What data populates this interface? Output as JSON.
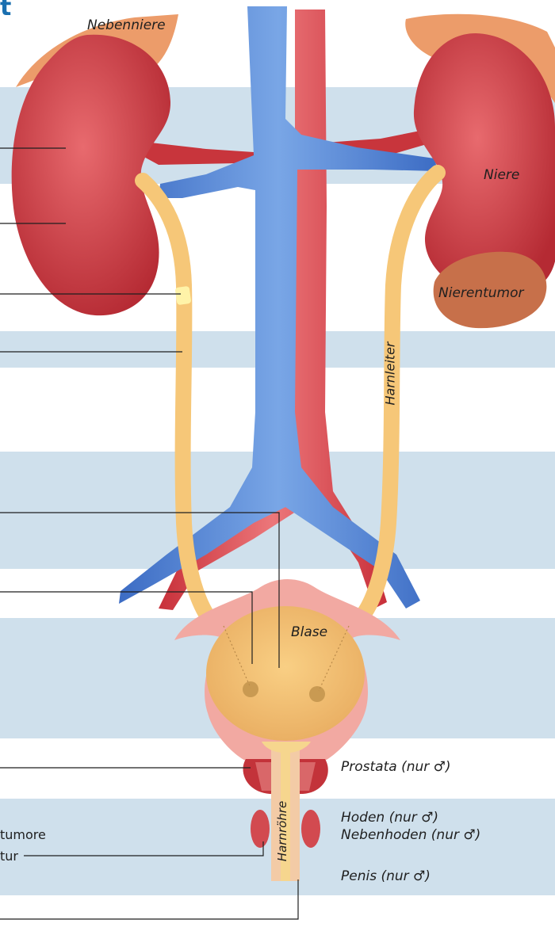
{
  "page": {
    "title_fragment": "t",
    "labels": {
      "nebenniere": "Nebenniere",
      "niere": "Niere",
      "nierentumor": "Nierentumor",
      "harnleiter": "Harnleiter",
      "blase": "Blase",
      "prostata": "Prostata (nur ♂)",
      "hoden": "Hoden (nur ♂)",
      "nebenhoden": "Nebenhoden (nur ♂)",
      "penis": "Penis (nur ♂)",
      "harnroehre": "Harnröhre"
    },
    "side_text": {
      "tumore": "tumore",
      "tur": "tur"
    }
  },
  "colors": {
    "band": "#cfe0ec",
    "kidney": "#c7343c",
    "adrenal": "#ec9c6a",
    "tumor": "#c7704a",
    "vein": "#4a7fd0",
    "artery": "#d5454b",
    "ureter": "#f6c778",
    "bladder": "#f3bc6e",
    "title": "#1a6fb0"
  }
}
